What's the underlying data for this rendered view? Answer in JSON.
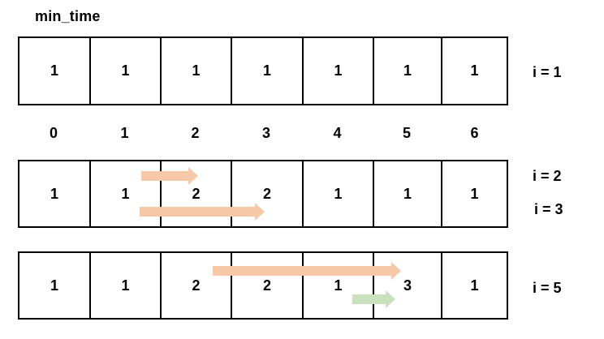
{
  "title": "min_time",
  "rows": [
    {
      "values": [
        "1",
        "1",
        "1",
        "1",
        "1",
        "1",
        "1"
      ],
      "label": "i = 1"
    },
    {
      "values": [
        "1",
        "1",
        "2",
        "2",
        "1",
        "1",
        "1"
      ],
      "labels": [
        "i = 2",
        "i = 3"
      ]
    },
    {
      "values": [
        "1",
        "1",
        "2",
        "2",
        "1",
        "3",
        "1"
      ],
      "label": "i = 5"
    }
  ],
  "indices": [
    "0",
    "1",
    "2",
    "3",
    "4",
    "5",
    "6"
  ],
  "colors": {
    "orange_arrow": "#f7c9a9",
    "green_arrow": "#c9e2bd",
    "border": "#000000"
  }
}
